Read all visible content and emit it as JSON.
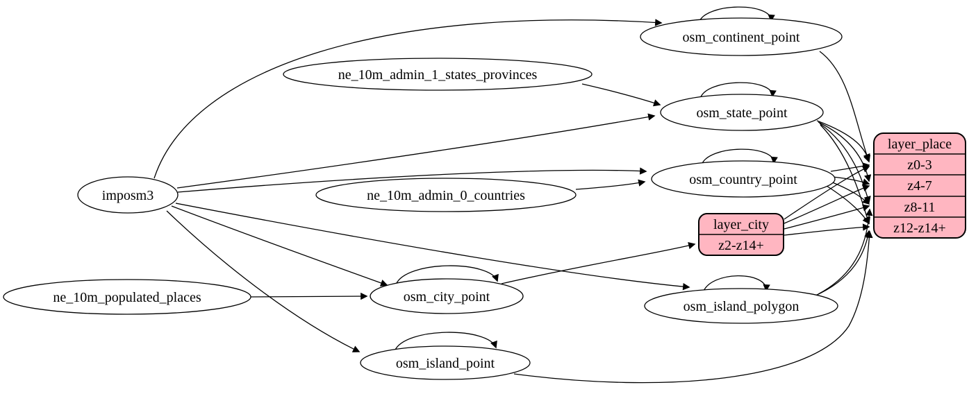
{
  "diagram_type": "graphviz-etl-dependency-graph",
  "colors": {
    "record_fill": "#ffb6c1",
    "node_fill": "#ffffff",
    "stroke": "#000000",
    "background": "#ffffff"
  },
  "nodes": {
    "imposm3": {
      "label": "imposm3"
    },
    "ne_10m_admin_1_states_provinces": {
      "label": "ne_10m_admin_1_states_provinces"
    },
    "ne_10m_admin_0_countries": {
      "label": "ne_10m_admin_0_countries"
    },
    "ne_10m_populated_places": {
      "label": "ne_10m_populated_places"
    },
    "osm_continent_point": {
      "label": "osm_continent_point"
    },
    "osm_state_point": {
      "label": "osm_state_point"
    },
    "osm_country_point": {
      "label": "osm_country_point"
    },
    "osm_city_point": {
      "label": "osm_city_point"
    },
    "osm_island_polygon": {
      "label": "osm_island_polygon"
    },
    "osm_island_point": {
      "label": "osm_island_point"
    }
  },
  "records": {
    "layer_city": {
      "title": "layer_city",
      "rows": [
        "z2-z14+"
      ]
    },
    "layer_place": {
      "title": "layer_place",
      "rows": [
        "z0-3",
        "z4-7",
        "z8-11",
        "z12-z14+"
      ]
    }
  },
  "edges": [
    {
      "from": "imposm3",
      "to": "osm_continent_point"
    },
    {
      "from": "imposm3",
      "to": "osm_state_point"
    },
    {
      "from": "imposm3",
      "to": "osm_country_point"
    },
    {
      "from": "imposm3",
      "to": "osm_city_point"
    },
    {
      "from": "imposm3",
      "to": "osm_island_polygon"
    },
    {
      "from": "imposm3",
      "to": "osm_island_point"
    },
    {
      "from": "ne_10m_admin_1_states_provinces",
      "to": "osm_state_point"
    },
    {
      "from": "ne_10m_admin_0_countries",
      "to": "osm_country_point"
    },
    {
      "from": "ne_10m_populated_places",
      "to": "osm_city_point"
    },
    {
      "from": "osm_continent_point",
      "to": "osm_continent_point"
    },
    {
      "from": "osm_state_point",
      "to": "osm_state_point"
    },
    {
      "from": "osm_country_point",
      "to": "osm_country_point"
    },
    {
      "from": "osm_city_point",
      "to": "osm_city_point"
    },
    {
      "from": "osm_island_polygon",
      "to": "osm_island_polygon"
    },
    {
      "from": "osm_island_point",
      "to": "osm_island_point"
    },
    {
      "from": "osm_continent_point",
      "to": "layer_place",
      "row": "z0-3"
    },
    {
      "from": "osm_state_point",
      "to": "layer_place",
      "row": "z0-3"
    },
    {
      "from": "osm_state_point",
      "to": "layer_place",
      "row": "z4-7"
    },
    {
      "from": "osm_state_point",
      "to": "layer_place",
      "row": "z8-11"
    },
    {
      "from": "osm_state_point",
      "to": "layer_place",
      "row": "z12-z14+"
    },
    {
      "from": "osm_country_point",
      "to": "layer_place",
      "row": "z0-3"
    },
    {
      "from": "osm_country_point",
      "to": "layer_place",
      "row": "z4-7"
    },
    {
      "from": "osm_country_point",
      "to": "layer_place",
      "row": "z8-11"
    },
    {
      "from": "osm_country_point",
      "to": "layer_place",
      "row": "z12-z14+"
    },
    {
      "from": "osm_city_point",
      "to": "layer_city",
      "row": "z2-z14+"
    },
    {
      "from": "layer_city",
      "to": "layer_place",
      "row": "z0-3"
    },
    {
      "from": "layer_city",
      "to": "layer_place",
      "row": "z4-7"
    },
    {
      "from": "layer_city",
      "to": "layer_place",
      "row": "z8-11"
    },
    {
      "from": "layer_city",
      "to": "layer_place",
      "row": "z12-z14+"
    },
    {
      "from": "osm_island_polygon",
      "to": "layer_place",
      "row": "z8-11"
    },
    {
      "from": "osm_island_polygon",
      "to": "layer_place",
      "row": "z12-z14+"
    },
    {
      "from": "osm_island_point",
      "to": "layer_place",
      "row": "z12-z14+"
    }
  ]
}
